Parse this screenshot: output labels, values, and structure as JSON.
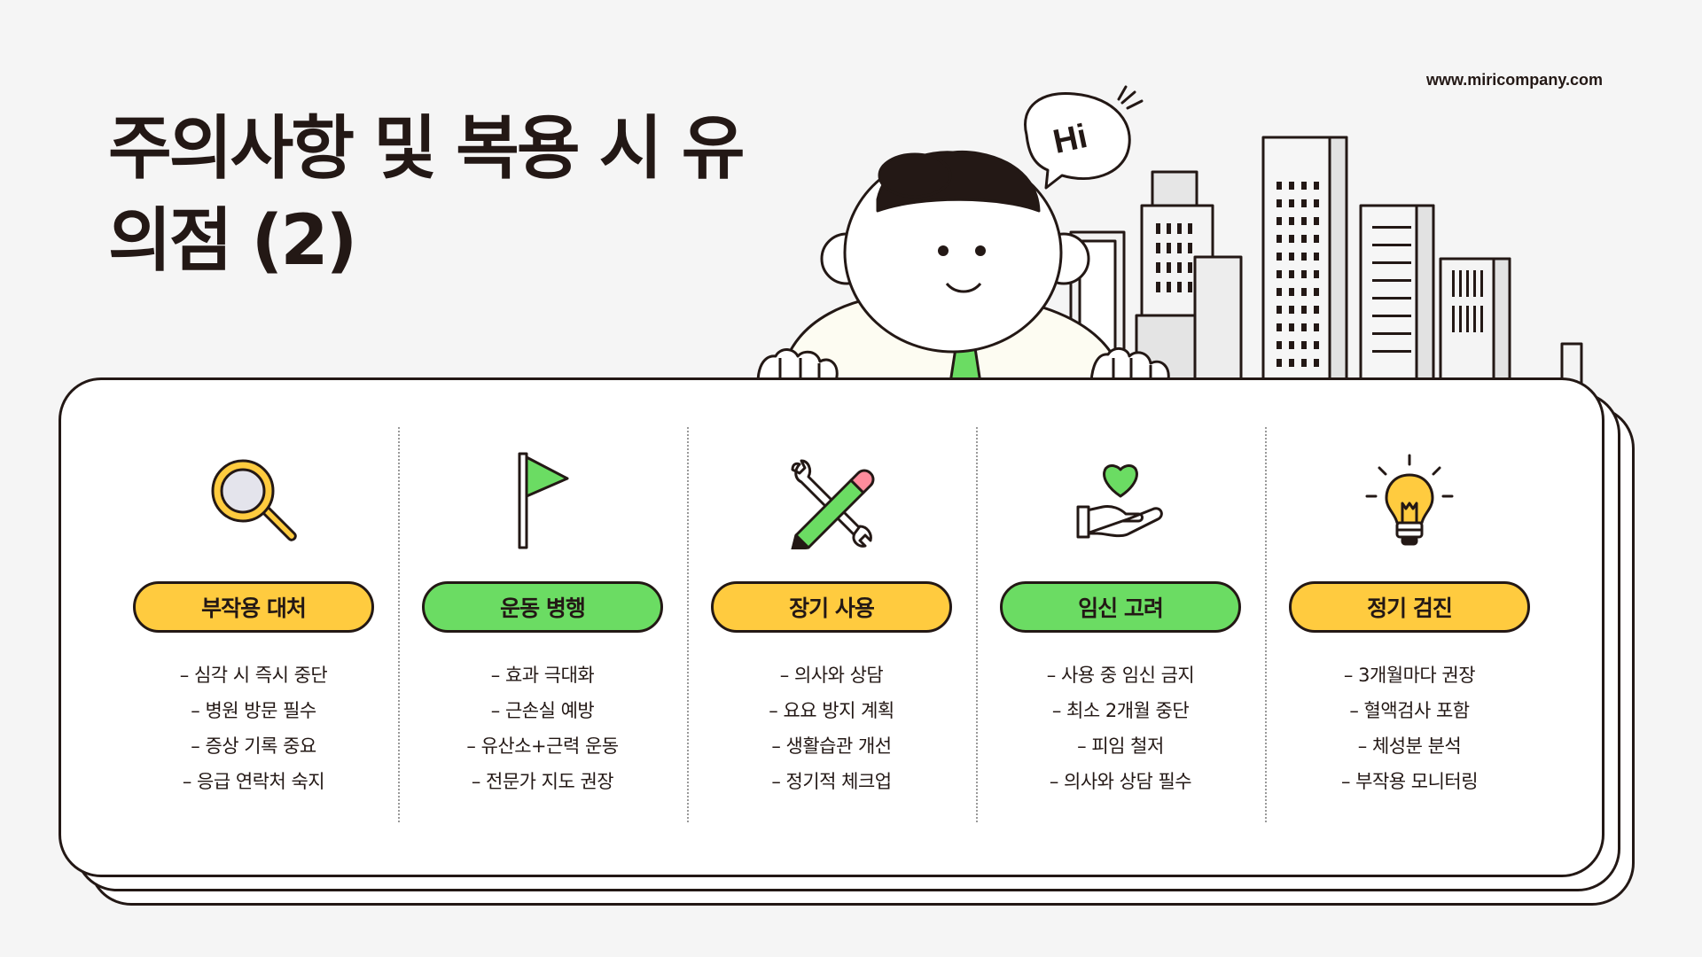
{
  "header": {
    "site_url": "www.miricompany.com",
    "title": "주의사항 및 복용 시 유의점 (2)"
  },
  "illustration": {
    "speech_bubble": "Hi"
  },
  "colors": {
    "yellow": "#ffcb3f",
    "green": "#6bdc63",
    "outline": "#231815"
  },
  "columns": [
    {
      "icon": "magnifier-icon",
      "label": "부작용 대처",
      "color": "yellow",
      "items": [
        "– 심각 시 즉시 중단",
        "– 병원 방문 필수",
        "– 증상 기록 중요",
        "– 응급 연락처 숙지"
      ]
    },
    {
      "icon": "flag-icon",
      "label": "운동 병행",
      "color": "green",
      "items": [
        "– 효과 극대화",
        "– 근손실 예방",
        "– 유산소+근력 운동",
        "– 전문가 지도 권장"
      ]
    },
    {
      "icon": "pencil-wrench-icon",
      "label": "장기 사용",
      "color": "yellow",
      "items": [
        "– 의사와 상담",
        "– 요요 방지 계획",
        "– 생활습관 개선",
        "– 정기적 체크업"
      ]
    },
    {
      "icon": "heart-hand-icon",
      "label": "임신 고려",
      "color": "green",
      "items": [
        "– 사용 중 임신 금지",
        "– 최소 2개월 중단",
        "– 피임 철저",
        "– 의사와 상담 필수"
      ]
    },
    {
      "icon": "lightbulb-icon",
      "label": "정기 검진",
      "color": "yellow",
      "items": [
        "– 3개월마다 권장",
        "– 혈액검사 포함",
        "– 체성분 분석",
        "– 부작용 모니터링"
      ]
    }
  ]
}
